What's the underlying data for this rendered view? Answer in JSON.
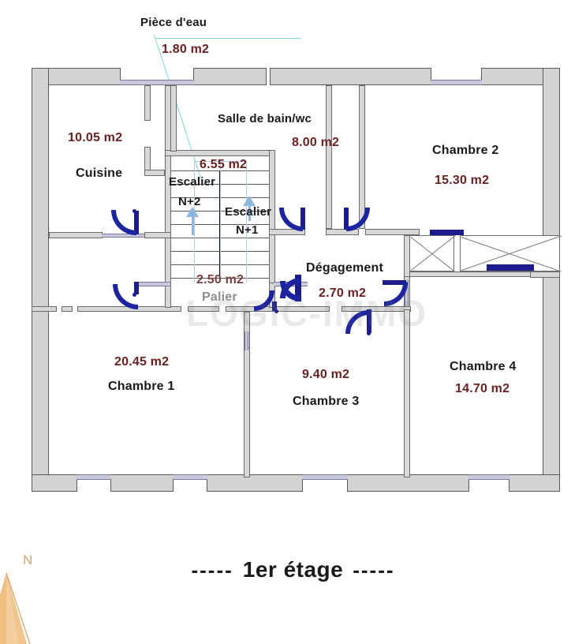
{
  "document": {
    "kind": "floor-plan",
    "caption_dash_left": "-----",
    "caption_title": "1er étage",
    "caption_dash_right": "-----",
    "watermark": "LOGIC-IMMO"
  },
  "compass": {
    "north_label": "N",
    "needle_color": "#e8922c"
  },
  "colors": {
    "wall_fill": "#d3d3d3",
    "wall_stroke": "#585858",
    "window": "#c9c9dd",
    "door": "#1c1c8c",
    "area_text": "#6b1f20",
    "room_text": "#1a1a1a",
    "stair_guide": "#b5c9e0",
    "leader": "#7fd4dc"
  },
  "callout": {
    "name": "Pièce d'eau",
    "area": "1.80 m2"
  },
  "rooms": [
    {
      "id": "cuisine",
      "name": "Cuisine",
      "area": "10.05 m2"
    },
    {
      "id": "salle-de-bain",
      "name": "Salle de bain/wc",
      "area": "8.00 m2"
    },
    {
      "id": "chambre-2",
      "name": "Chambre 2",
      "area": "15.30 m2"
    },
    {
      "id": "chambre-1",
      "name": "Chambre 1",
      "area": "20.45 m2"
    },
    {
      "id": "chambre-3",
      "name": "Chambre 3",
      "area": "9.40 m2"
    },
    {
      "id": "chambre-4",
      "name": "Chambre 4",
      "area": "14.70 m2"
    },
    {
      "id": "degagement",
      "name": "Dégagement",
      "area": "2.70 m2"
    },
    {
      "id": "palier",
      "name": "Palier",
      "area": "2.50 m2"
    }
  ],
  "stair": {
    "area": "6.55 m2",
    "upper_label_line1": "Escalier",
    "upper_label_line2": "N+2",
    "lower_label_line1": "Escalier",
    "lower_label_line2": "N+1"
  }
}
